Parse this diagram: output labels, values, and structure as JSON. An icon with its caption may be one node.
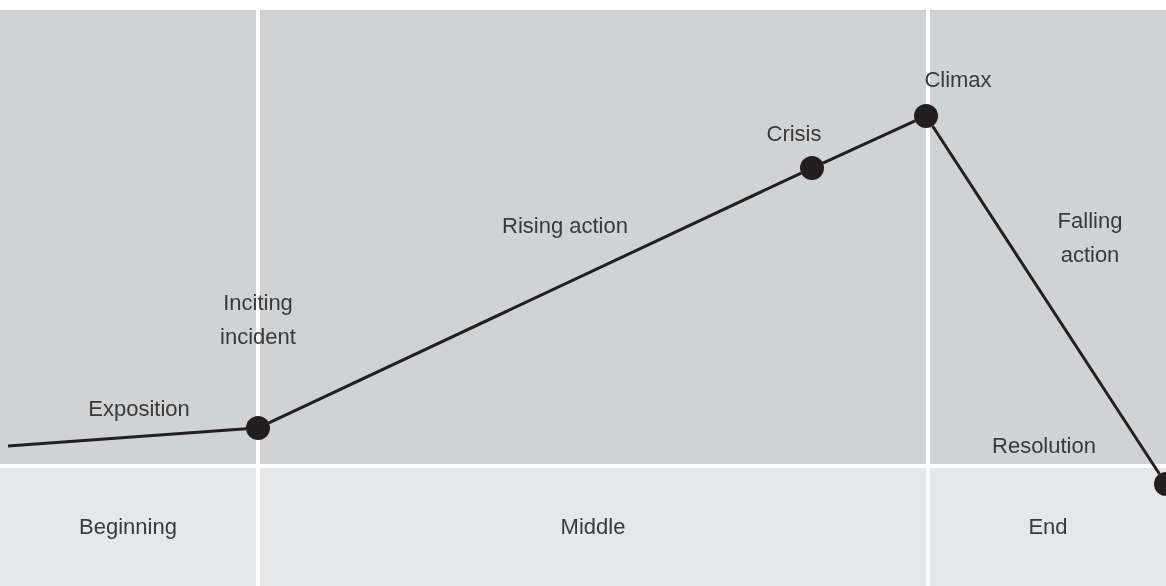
{
  "diagram": {
    "nodes": [
      {
        "text": [
          "Beginning"
        ]
      },
      {
        "text": [
          "Middle"
        ]
      },
      {
        "text": [
          "End"
        ]
      },
      {
        "text": [],
        "shape": "circle",
        "beside": [
          "Inciting incident"
        ]
      },
      {
        "text": [],
        "shape": "circle",
        "beside": [
          "Crisis"
        ]
      },
      {
        "text": [],
        "shape": "circle",
        "beside": [
          "Climax"
        ]
      },
      {
        "text": [],
        "shape": "circle"
      }
    ],
    "edges": [
      {
        "from": null,
        "to": 3,
        "arrow": "none"
      },
      {
        "from": 3,
        "to": 4,
        "arrow": "none"
      },
      {
        "from": 4,
        "to": 5,
        "arrow": "none"
      },
      {
        "from": 5,
        "to": 6,
        "arrow": "none"
      }
    ],
    "labels": [
      "Exposition",
      "Rising action",
      "Falling action",
      "Resolution"
    ]
  }
}
